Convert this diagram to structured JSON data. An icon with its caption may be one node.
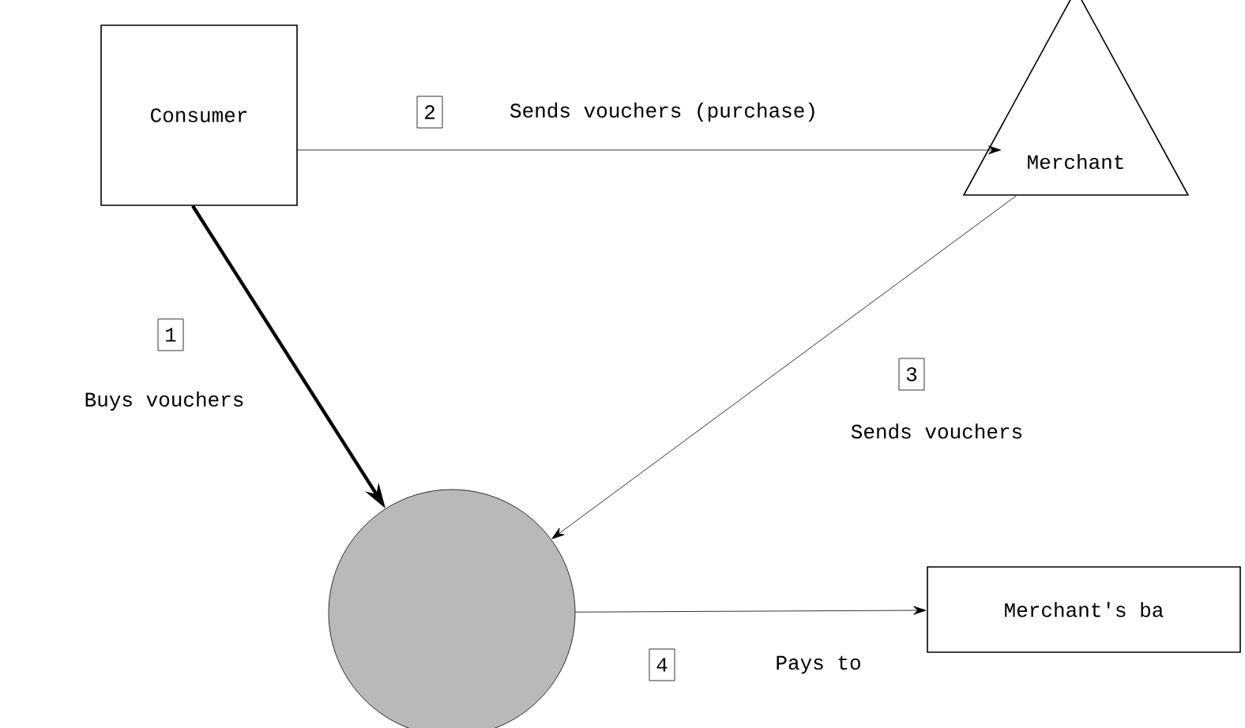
{
  "diagram": {
    "nodes": [
      {
        "text": [
          "Consumer"
        ]
      },
      {
        "text": [
          "Merchant"
        ]
      },
      {
        "text": [],
        "shape": "circle"
      },
      {
        "text": [
          "Merchant's ba"
        ]
      }
    ],
    "edges": [
      {
        "from": 0,
        "to": 2,
        "arrow": "to",
        "style": "thick",
        "label": "Buys vouchers"
      },
      {
        "from": 0,
        "to": 1,
        "arrow": "to",
        "label": "Sends vouchers (purchase)"
      },
      {
        "from": 1,
        "to": 2,
        "arrow": "to",
        "label": "Sends vouchers"
      },
      {
        "from": 2,
        "to": 3,
        "arrow": "to",
        "label": "Pays to"
      }
    ],
    "labels": [
      "1",
      "2",
      "3",
      "4"
    ]
  }
}
